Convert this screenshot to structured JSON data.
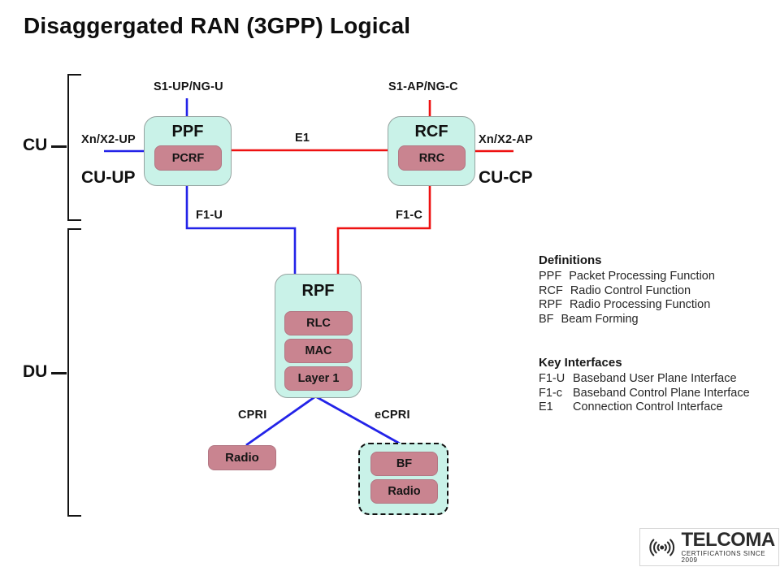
{
  "page": {
    "title": "Disaggergated RAN (3GPP) Logical"
  },
  "colors": {
    "node_fill": "#c9f2e8",
    "node_border": "#95a3a0",
    "chip_fill": "#c98490",
    "chip_border": "#b27683",
    "user_plane_blue": "#2323e8",
    "control_plane_red": "#ee1111",
    "text": "#141414"
  },
  "groups": {
    "cu": {
      "label": "CU",
      "up_label": "CU-UP",
      "cp_label": "CU-CP"
    },
    "du": {
      "label": "DU"
    }
  },
  "nodes": {
    "ppf": {
      "title": "PPF",
      "chip": "PCRF"
    },
    "rcf": {
      "title": "RCF",
      "chip": "RRC"
    },
    "rpf": {
      "title": "RPF",
      "layers": [
        "RLC",
        "MAC",
        "Layer 1"
      ]
    },
    "radio": {
      "chip": "Radio"
    },
    "ru": {
      "layers": [
        "BF",
        "Radio"
      ]
    }
  },
  "interfaces": {
    "s1_up": "S1-UP/NG-U",
    "s1_ap": "S1-AP/NG-C",
    "xn_up": "Xn/X2-UP",
    "xn_ap": "Xn/X2-AP",
    "e1": "E1",
    "f1_u": "F1-U",
    "f1_c": "F1-C",
    "cpri": "CPRI",
    "ecpri": "eCPRI"
  },
  "definitions": {
    "heading": "Definitions",
    "items": [
      {
        "term": "PPF",
        "desc": "Packet Processing Function"
      },
      {
        "term": "RCF",
        "desc": "Radio Control Function"
      },
      {
        "term": "RPF",
        "desc": "Radio Processing Function"
      },
      {
        "term": "BF",
        "desc": "Beam Forming"
      }
    ]
  },
  "key_interfaces": {
    "heading": "Key Interfaces",
    "items": [
      {
        "term": "F1-U",
        "desc": "Baseband User Plane Interface"
      },
      {
        "term": "F1-c",
        "desc": "Baseband Control Plane Interface"
      },
      {
        "term": "E1",
        "desc": "Connection Control Interface"
      }
    ]
  },
  "logo": {
    "brand": "TELCOMA",
    "tagline": "CERTIFICATIONS SINCE 2009"
  }
}
